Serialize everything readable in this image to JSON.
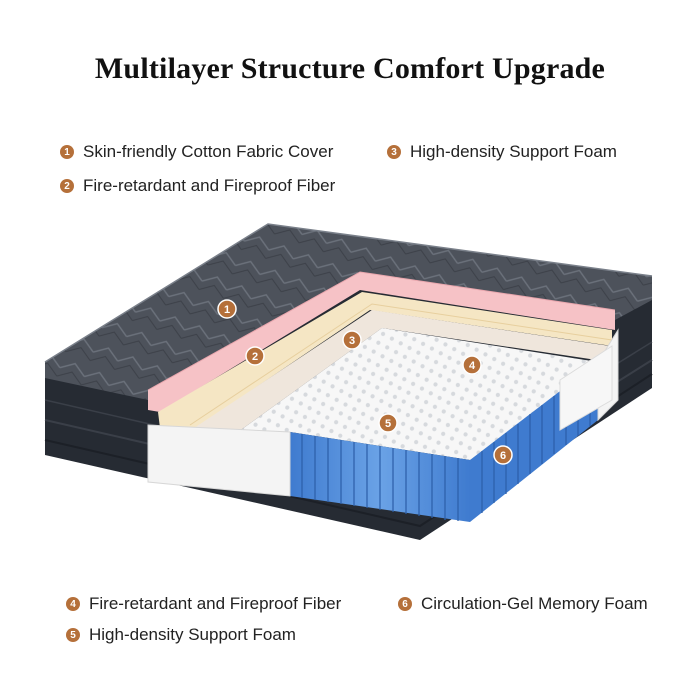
{
  "title": "Multilayer Structure Comfort Upgrade",
  "top_legend": [
    {
      "num": "1",
      "label": "Skin-friendly Cotton Fabric Cover"
    },
    {
      "num": "2",
      "label": "Fire-retardant and Fireproof Fiber"
    },
    {
      "num": "3",
      "label": "High-density Support Foam"
    }
  ],
  "bottom_legend": [
    {
      "num": "4",
      "label": "Fire-retardant and Fireproof Fiber"
    },
    {
      "num": "5",
      "label": "High-density Support Foam"
    },
    {
      "num": "6",
      "label": "Circulation-Gel Memory Foam"
    }
  ],
  "markers": [
    "1",
    "2",
    "3",
    "4",
    "5",
    "6"
  ],
  "colors": {
    "badge": "#b5703a",
    "cover": "#4a4f58",
    "border": "#262b33",
    "pink_layer": "#f6c2c6",
    "cream_layer": "#f5e6c4",
    "foam_layer": "#efe6dc",
    "coil_blue": "#4a86d4"
  }
}
